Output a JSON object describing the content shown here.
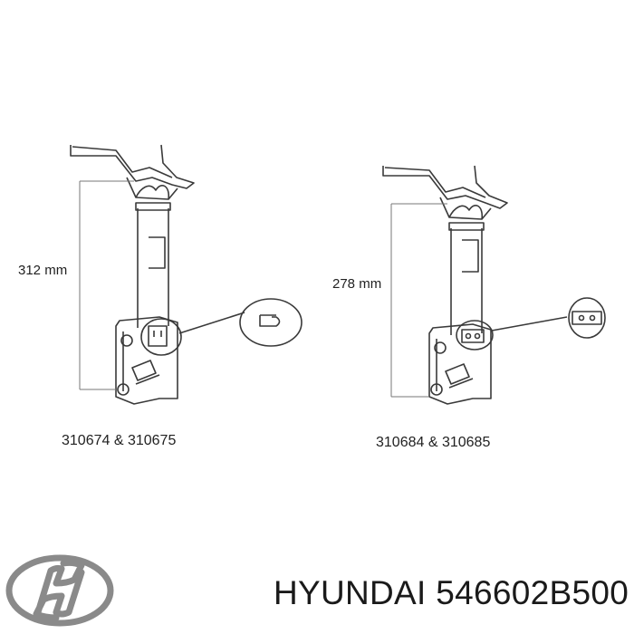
{
  "left_part": {
    "dimension": "312 mm",
    "caption": "310674 & 310675"
  },
  "right_part": {
    "dimension": "278 mm",
    "caption": "310684 & 310685"
  },
  "product": {
    "title": "HYUNDAI 546602B500",
    "logo_icon": "hyundai-logo-icon"
  },
  "colors": {
    "line": "#3a3a3a",
    "dim_line": "#777777",
    "logo": "#8a8a8a",
    "text": "#222222"
  }
}
